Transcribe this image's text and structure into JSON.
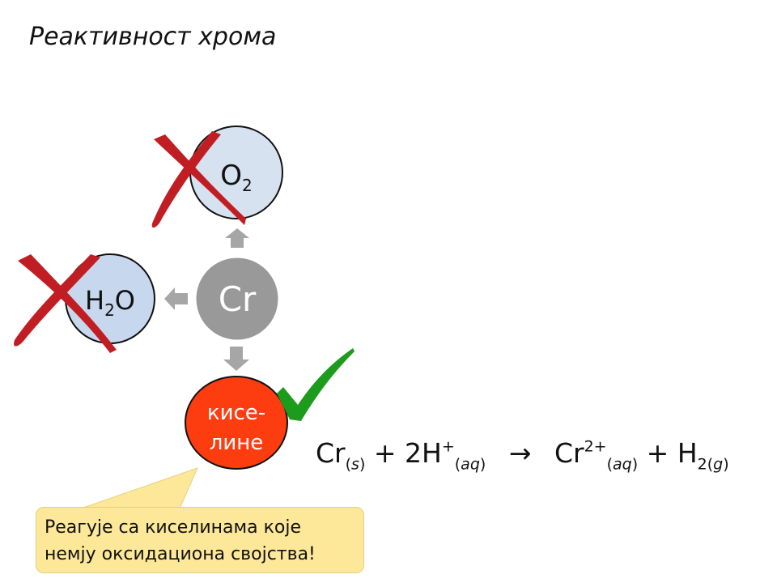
{
  "slide": {
    "title": "Реактивност хрома"
  },
  "diagram": {
    "center": {
      "label": "Cr",
      "color": "#999999"
    },
    "oxygen": {
      "label_main": "O",
      "label_sub": "2",
      "color": "#d6e2f0",
      "crossed": true
    },
    "water": {
      "label_h": "H",
      "label_sub": "2",
      "label_o": "O",
      "color": "#c7d8ee",
      "crossed": true
    },
    "acids": {
      "line1": "кисе-",
      "line2": "лине",
      "color": "#fd3c0f",
      "checked": true
    },
    "arrow_color": "#a6a6a6",
    "cross_color": "#c11e24",
    "check_color": "#1d9b1d"
  },
  "equation": {
    "r1": "Cr",
    "r1_state": "s",
    "plus1": "+",
    "r2_coef": "2H",
    "r2_charge": "+",
    "r2_state": "aq",
    "arrow": "→",
    "p1": "Cr",
    "p1_charge": "2+",
    "p1_state": "aq",
    "plus2": "+",
    "p2": "H",
    "p2_sub": "2",
    "p2_state": "g"
  },
  "callout": {
    "line1": "Реагује са киселинама које",
    "line2": "немју оксидациона својства!",
    "color": "#fde89a"
  }
}
